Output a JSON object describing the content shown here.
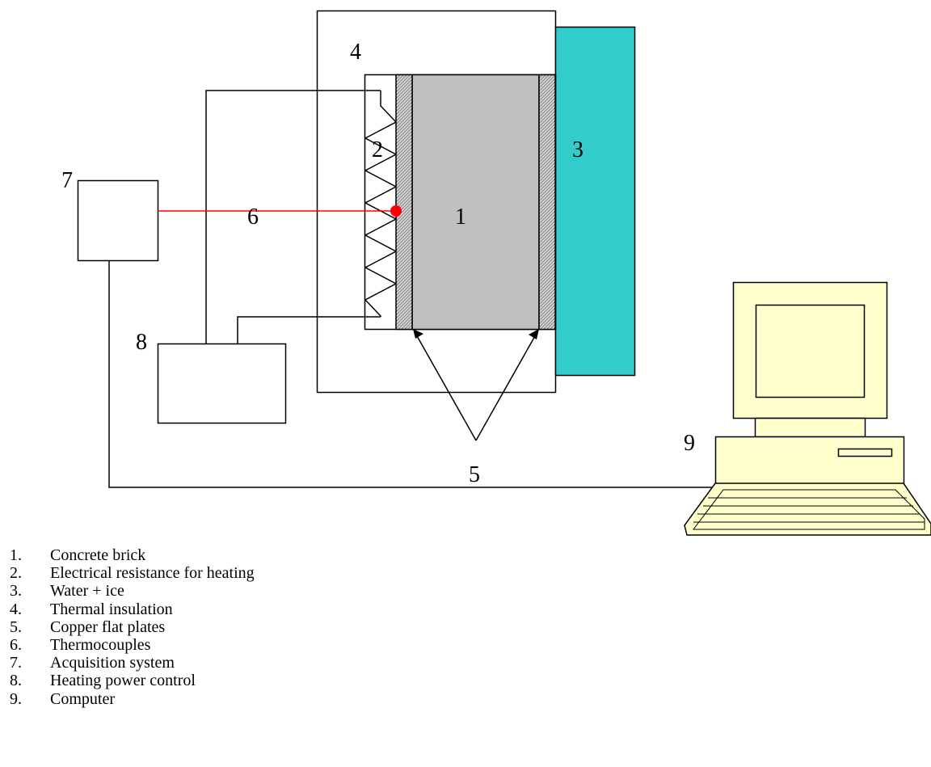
{
  "labels": {
    "l1": "1",
    "l2": "2",
    "l3": "3",
    "l4": "4",
    "l5": "5",
    "l6": "6",
    "l7": "7",
    "l8": "8",
    "l9": "9"
  },
  "colors": {
    "brick": "#c0c0c0",
    "water_ice": "#33cccc",
    "thermocouple": "#ff0000",
    "computer": "#ffffcc",
    "copper_plate": "#d4d4d4"
  },
  "legend": [
    {
      "num": "1.",
      "text": "Concrete brick"
    },
    {
      "num": "2.",
      "text": "Electrical resistance for heating"
    },
    {
      "num": "3.",
      "text": "Water + ice"
    },
    {
      "num": "4.",
      "text": "Thermal insulation"
    },
    {
      "num": "5.",
      "text": "Copper flat plates"
    },
    {
      "num": "6.",
      "text": "Thermocouples"
    },
    {
      "num": "7.",
      "text": "Acquisition system"
    },
    {
      "num": "8.",
      "text": "Heating power control"
    },
    {
      "num": "9.",
      "text": "Computer"
    }
  ]
}
